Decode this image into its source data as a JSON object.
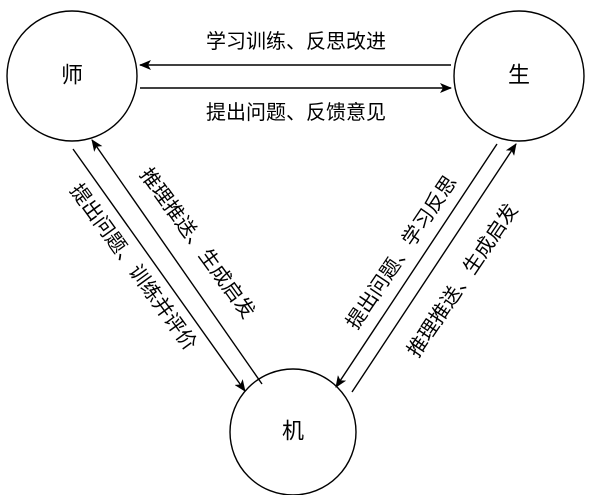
{
  "nodes": {
    "teacher": "师",
    "student": "生",
    "machine": "机"
  },
  "edges": {
    "student_to_teacher": "学习训练、反思改进",
    "teacher_to_student": "提出问题、反馈意见",
    "teacher_to_machine": "提出问题、训练并评价",
    "machine_to_teacher": "推理推送、生成启发",
    "student_to_machine": "提出问题、学习反思",
    "machine_to_student": "推理推送、生成启发"
  }
}
